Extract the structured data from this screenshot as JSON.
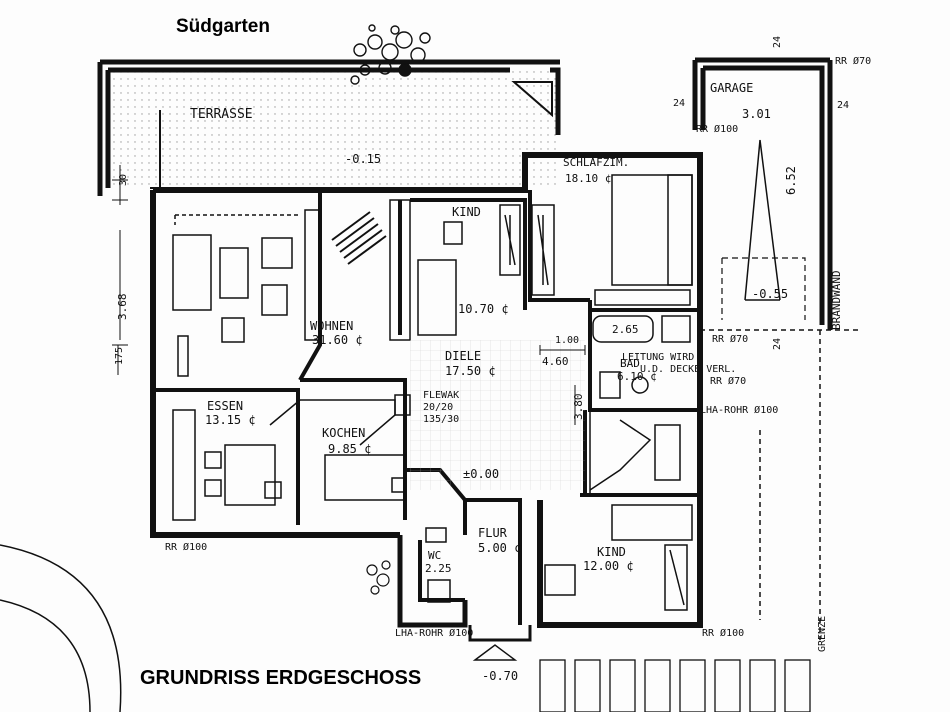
{
  "header": {
    "garden_label": "Südgarten"
  },
  "footer": {
    "plan_title": "GRUNDRISS ERDGESCHOSS"
  },
  "rooms": {
    "terrasse": {
      "name": "TERRASSE",
      "level": "-0.15"
    },
    "garage": {
      "name": "GARAGE",
      "area": "3.01",
      "length": "6.52",
      "level": "-0.55"
    },
    "schlafzimmer": {
      "name": "SCHLAFZIM.",
      "area": "18.10 ¢"
    },
    "kind_north": {
      "name": "KIND",
      "area": "10.70 ¢"
    },
    "wohnen": {
      "name": "WOHNEN",
      "area": "31.60 ¢"
    },
    "diele": {
      "name": "DIELE",
      "area": "17.50 ¢"
    },
    "bad": {
      "name": "BAD",
      "area": "6.10 ¢",
      "tub": "2.65"
    },
    "essen": {
      "name": "ESSEN",
      "area": "13.15 ¢"
    },
    "kochen": {
      "name": "KOCHEN",
      "area": "9.85 ¢"
    },
    "flur": {
      "name": "FLUR",
      "area": "5.00 ¢"
    },
    "wc": {
      "name": "WC",
      "area": "2.25"
    },
    "kind_south": {
      "name": "KIND",
      "area": "12.00 ¢"
    }
  },
  "annotations": {
    "brandwand": "BRANDWAND",
    "grenze": "GRENZE",
    "leitung": "LEITUNG WIRD",
    "decke": "U.D. DECKE VERL.",
    "diele_width": "4.60",
    "diele_depth": "3.80",
    "flur_level": "±0.00",
    "entrance_level": "-0.70",
    "stair_1": "1.00",
    "flewak_1": "FLEWAK",
    "flewak_2": "20/20",
    "flewak_3": "135/30",
    "rr_north_garage": "RR Ø100",
    "rr_garage_east": "RR Ø70",
    "rr_top_right": "RR Ø70",
    "rr_bad": "RR Ø70",
    "lha_rohr_east": "LHA-ROHR Ø100",
    "rr_southwest": "RR Ø100",
    "lha_rohr_south": "LHA-ROHR Ø100",
    "rr_southeast": "RR Ø100",
    "dim_24a": "24",
    "dim_24b": "24",
    "dim_24c": "24",
    "dim_24d": "24",
    "dim_30": "30",
    "dim_368": "3.68",
    "dim_175": "175"
  }
}
